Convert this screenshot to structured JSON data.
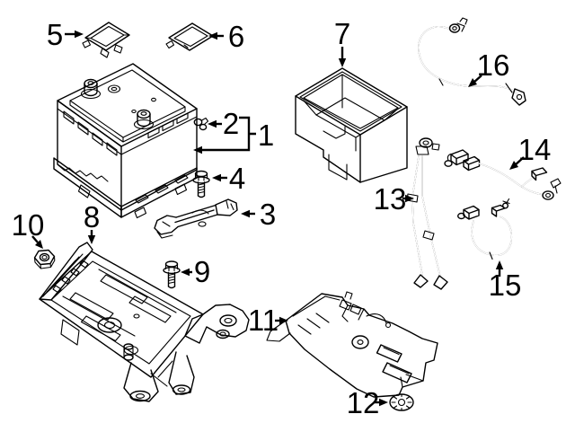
{
  "colors": {
    "background": "#ffffff",
    "line": "#000000",
    "label_text": "#000000"
  },
  "callouts": {
    "1": {
      "number": "1",
      "part": "battery"
    },
    "2": {
      "number": "2",
      "part": "small-clip"
    },
    "3": {
      "number": "3",
      "part": "hold-down-bracket"
    },
    "4": {
      "number": "4",
      "part": "hex-bolt"
    },
    "5": {
      "number": "5",
      "part": "terminal-cover"
    },
    "6": {
      "number": "6",
      "part": "terminal-cover"
    },
    "7": {
      "number": "7",
      "part": "battery-box"
    },
    "8": {
      "number": "8",
      "part": "battery-tray"
    },
    "9": {
      "number": "9",
      "part": "hex-bolt"
    },
    "10": {
      "number": "10",
      "part": "hex-nut"
    },
    "11": {
      "number": "11",
      "part": "support-bracket"
    },
    "12": {
      "number": "12",
      "part": "push-nut"
    },
    "13": {
      "number": "13",
      "part": "battery-cable"
    },
    "14": {
      "number": "14",
      "part": "battery-cable"
    },
    "15": {
      "number": "15",
      "part": "ground-cable"
    },
    "16": {
      "number": "16",
      "part": "jumper-cable"
    }
  }
}
